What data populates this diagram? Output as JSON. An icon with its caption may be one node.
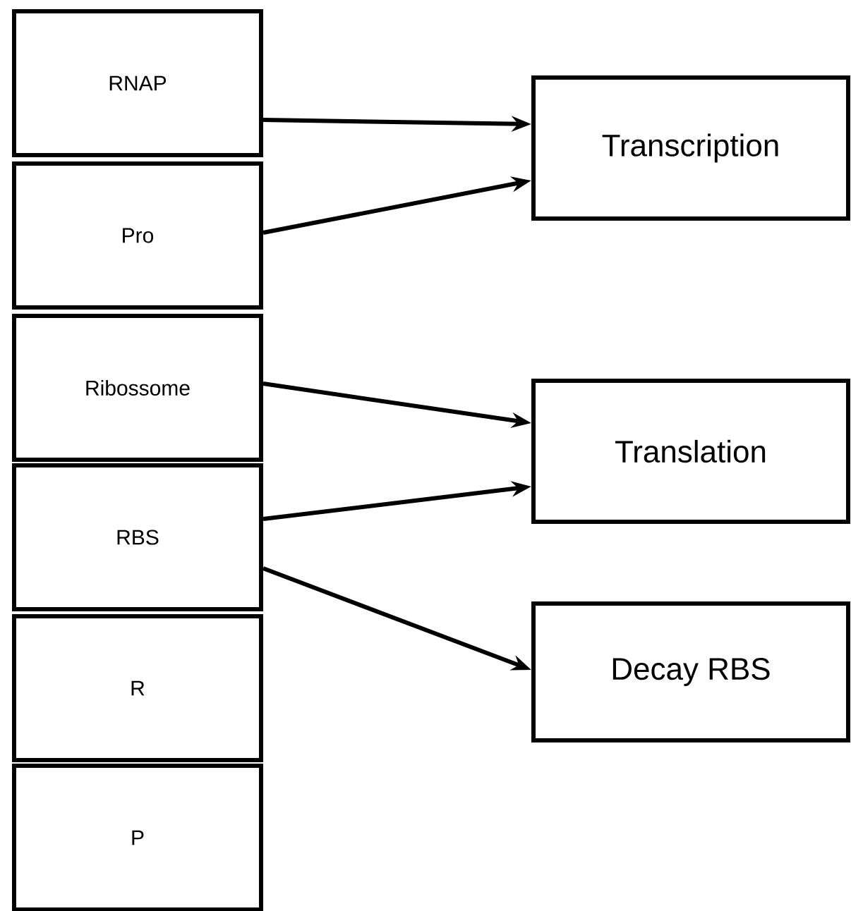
{
  "diagram": {
    "nodes": [
      {
        "text": [
          "RNAP"
        ]
      },
      {
        "text": [
          "Pro"
        ]
      },
      {
        "text": [
          "Ribossome"
        ]
      },
      {
        "text": [
          "RBS"
        ]
      },
      {
        "text": [
          "R"
        ]
      },
      {
        "text": [
          "P"
        ]
      },
      {
        "text": [
          "Transcription"
        ]
      },
      {
        "text": [
          "Translation"
        ]
      },
      {
        "text": [
          "Decay RBS"
        ]
      }
    ],
    "edges": [
      {
        "from": 0,
        "to": 6,
        "arrow": "to"
      },
      {
        "from": 1,
        "to": 6,
        "arrow": "to"
      },
      {
        "from": 2,
        "to": 7,
        "arrow": "to"
      },
      {
        "from": 3,
        "to": 7,
        "arrow": "to"
      },
      {
        "from": 3,
        "to": 8,
        "arrow": "to"
      }
    ]
  }
}
